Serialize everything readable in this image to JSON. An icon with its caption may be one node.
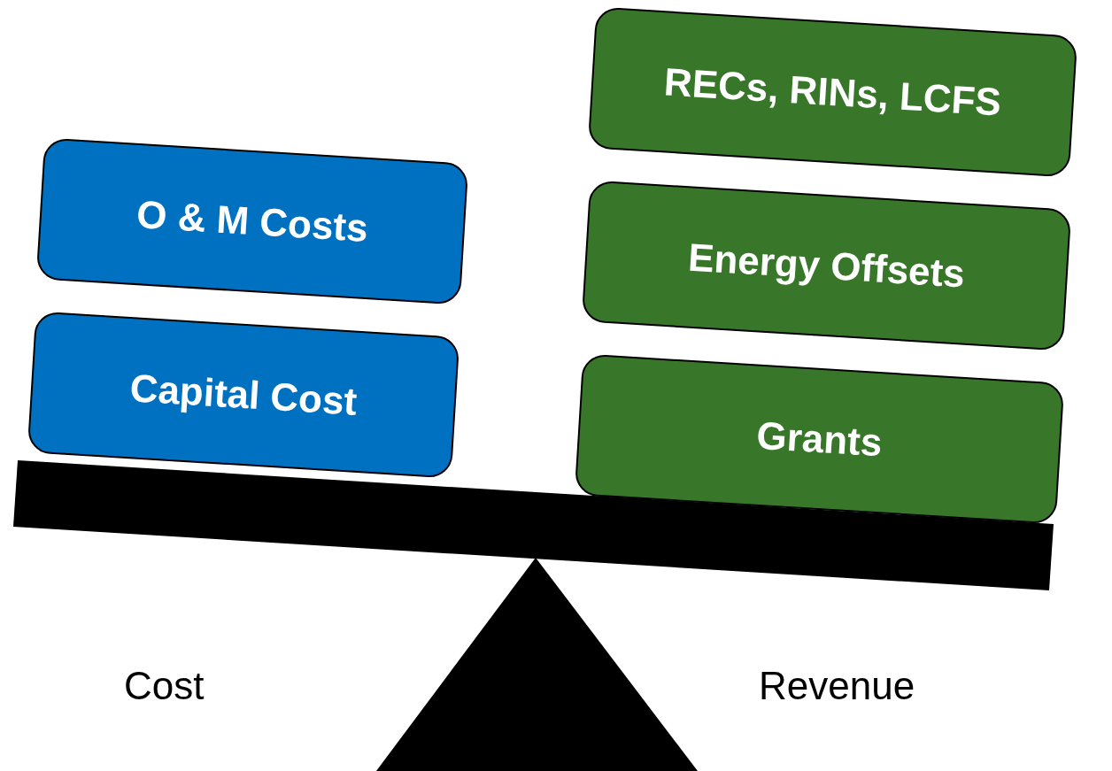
{
  "diagram": {
    "nodes": [
      {
        "text": [
          "O & M Costs"
        ]
      },
      {
        "text": [
          "Capital Cost"
        ]
      },
      {
        "text": [
          "RECs, RINs, LCFS"
        ]
      },
      {
        "text": [
          "Energy Offsets"
        ]
      },
      {
        "text": [
          "Grants"
        ]
      }
    ],
    "edges": [],
    "labels": [
      "Cost",
      "Revenue"
    ]
  }
}
